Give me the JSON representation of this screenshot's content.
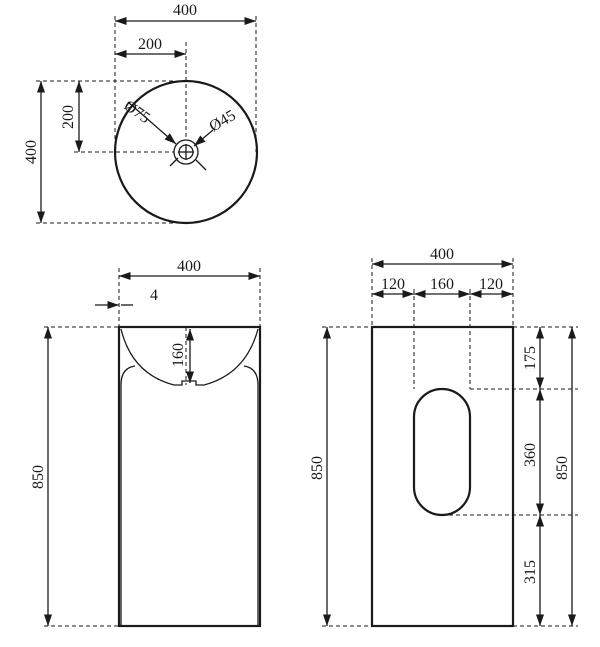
{
  "top_view": {
    "overall_width": "400",
    "center_offset_x": "200",
    "overall_depth": "400",
    "center_offset_y": "200",
    "drain_outer_diameter": "Ø75",
    "drain_inner_diameter": "Ø45"
  },
  "side_view": {
    "overall_width": "400",
    "wall_thickness": "4",
    "bowl_depth": "160",
    "overall_height": "850"
  },
  "back_view": {
    "overall_width": "400",
    "left_margin": "120",
    "opening_width": "160",
    "right_margin": "120",
    "overall_height": "850",
    "top_offset": "175",
    "opening_height": "360",
    "bottom_offset": "315",
    "overall_height_right": "850"
  }
}
